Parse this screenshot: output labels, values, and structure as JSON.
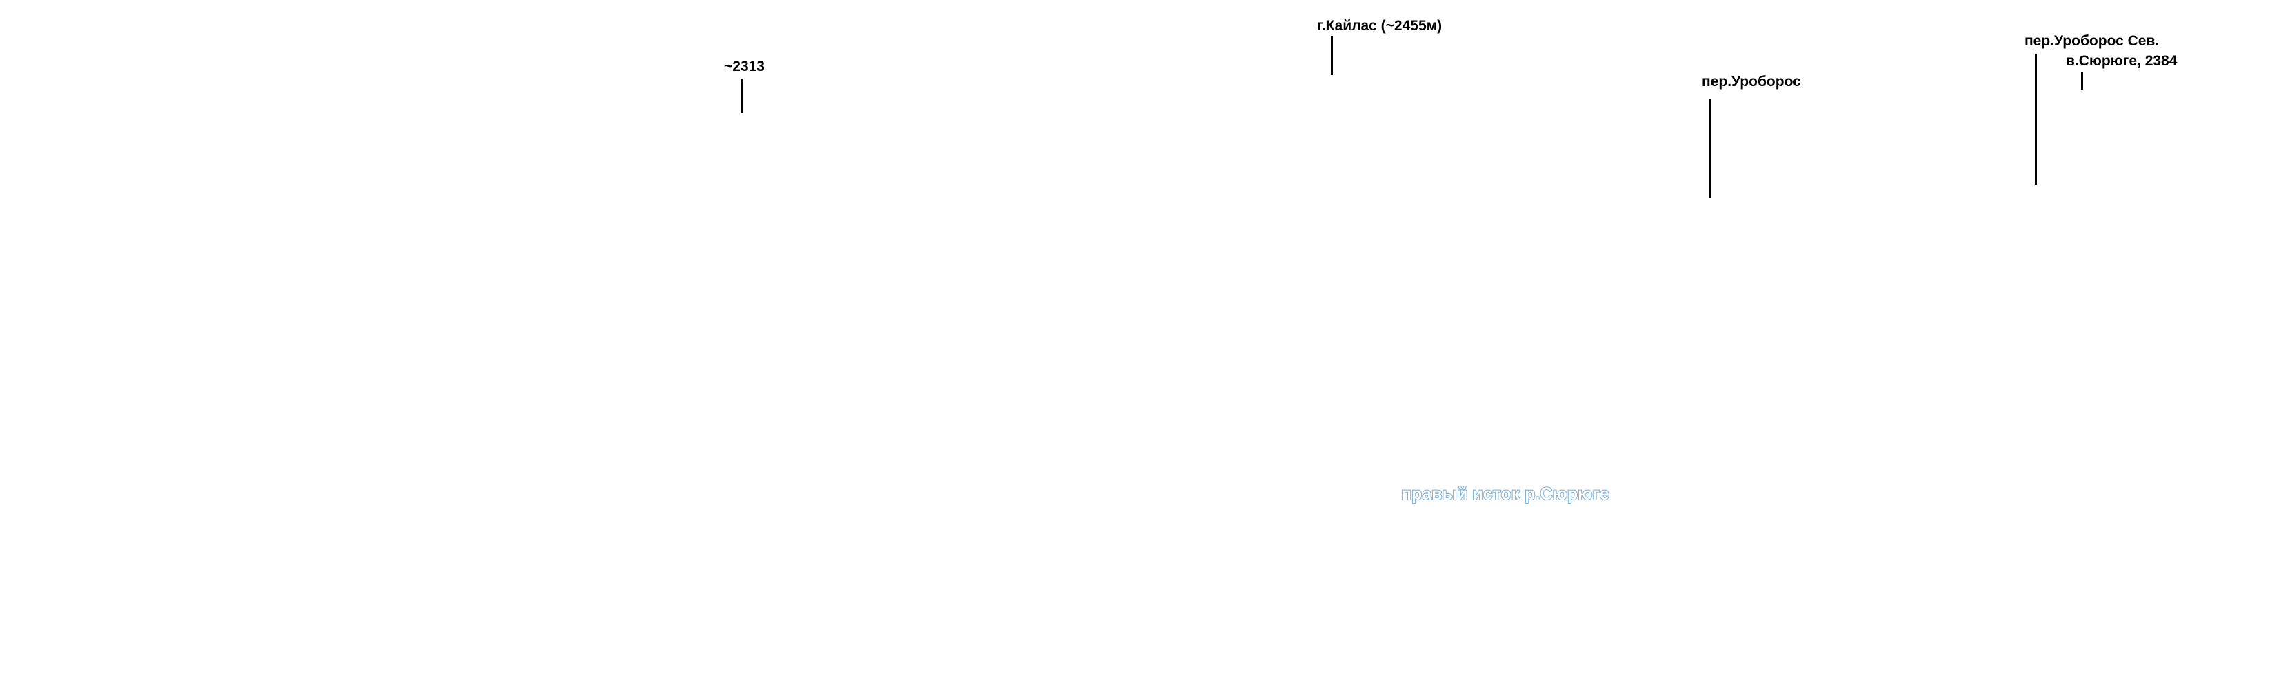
{
  "map": {
    "background": "#ffffff",
    "point_labels": {
      "peak_2313": "~2313",
      "mount_kailas": "г.Кайлас (~2455м)",
      "pass_uroboros": "пер.Уроборос",
      "pass_uroboros_north": "пер.Уроборос Сев.",
      "summit_syuryuge": "в.Сюрюге, 2384"
    },
    "water_labels": {
      "right_source_syuryuge": "правый исток р.Сюрюге"
    },
    "colors": {
      "label_text": "#000000",
      "leader_line": "#000000",
      "river_outline": "#4d90c4",
      "river_fill": "#ffffff"
    }
  }
}
